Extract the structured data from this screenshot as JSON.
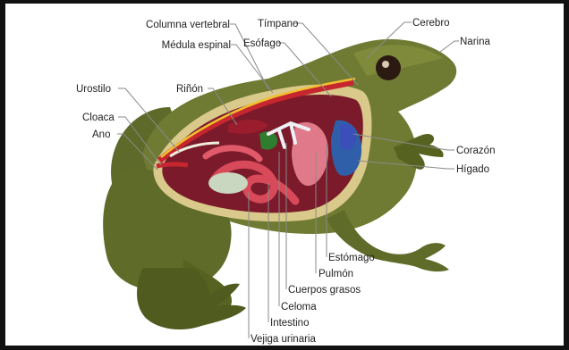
{
  "labels": {
    "columna_vertebral": "Columna vertebral",
    "medula_espinal": "Médula espinal",
    "timpano": "Tímpano",
    "esofago": "Esófago",
    "cerebro": "Cerebro",
    "narina": "Narina",
    "urostilo": "Urostilo",
    "rinon": "Riñón",
    "cloaca": "Cloaca",
    "ano": "Ano",
    "corazon": "Corazón",
    "higado": "Hígado",
    "estomago": "Estómago",
    "pulmon": "Pulmón",
    "cuerpos_grasos": "Cuerpos grasos",
    "celoma": "Celoma",
    "intestino": "Intestino",
    "vejiga_urinaria": "Vejiga urinaria"
  },
  "colors": {
    "skin": "#6f7a33",
    "skin_dark": "#4e5a22",
    "cavity_rim": "#d9c98a",
    "organ_red": "#c8283a",
    "liver_blue": "#2f5fa8",
    "lung_pink": "#e07a8a",
    "bone": "#f0eee0",
    "fat_green": "#2f7d2f"
  }
}
